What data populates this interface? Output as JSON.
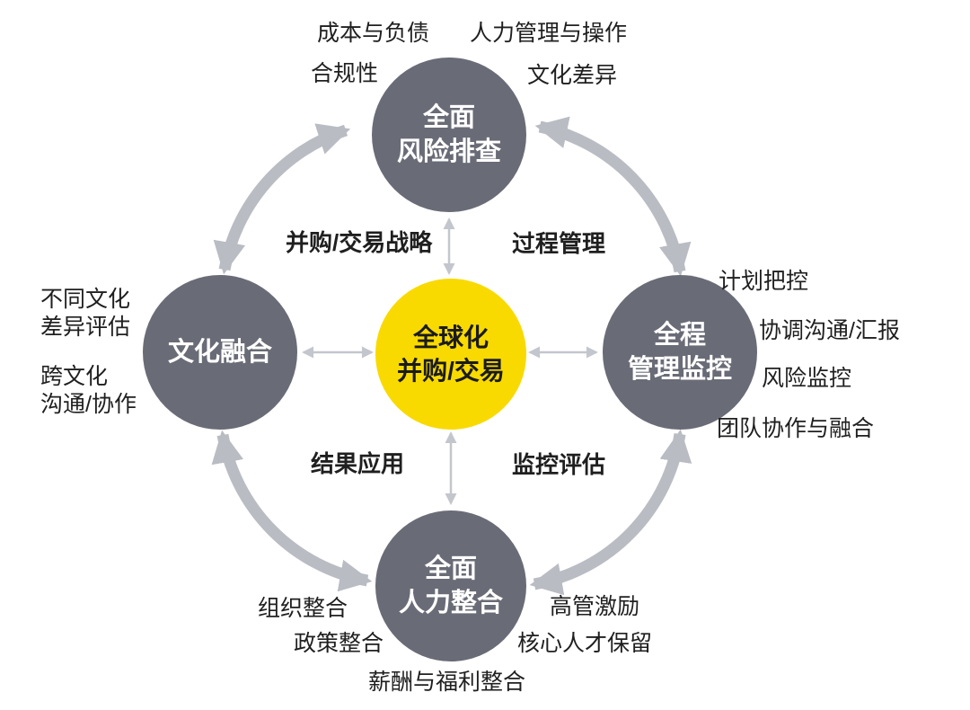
{
  "diagram": {
    "center": {
      "line1": "全球化",
      "line2": "并购/交易"
    },
    "nodes": {
      "top": {
        "line1": "全面",
        "line2": "风险排查"
      },
      "right": {
        "line1": "全程",
        "line2": "管理监控"
      },
      "bottom": {
        "line1": "全面",
        "line2": "人力整合"
      },
      "left": {
        "line1": "文化融合"
      }
    },
    "process_labels": {
      "strategy": "并购/交易战略",
      "process": "过程管理",
      "result": "结果应用",
      "monitor": "监控评估"
    },
    "annotations": {
      "top_node": {
        "cost": "成本与负债",
        "hr_ops": "人力管理与操作",
        "compliance": "合规性",
        "culture_diff": "文化差异"
      },
      "right_node": {
        "plan": "计划把控",
        "communication": "协调沟通/汇报",
        "risk": "风险监控",
        "teamwork": "团队协作与融合"
      },
      "bottom_node": {
        "org": "组织整合",
        "policy": "政策整合",
        "compensation": "薪酬与福利整合",
        "executive": "高管激励",
        "talent": "核心人才保留"
      },
      "left_node": {
        "culture_eval_line1": "不同文化",
        "culture_eval_line2": "差异评估",
        "crosscultural_line1": "跨文化",
        "crosscultural_line2": "沟通/协作"
      }
    },
    "icons": {
      "cycle_arrows": "double-headed-curved-arrow",
      "link_arrows": "double-headed-straight-arrow"
    },
    "colors": {
      "node_gray": "#696b76",
      "center_yellow": "#f8da00",
      "cycle_arrow_gray": "#b9bcc3",
      "thin_arrow_gray": "#c3c6cc",
      "label_text": "#1f1f1f",
      "node_text": "#ffffff"
    }
  }
}
